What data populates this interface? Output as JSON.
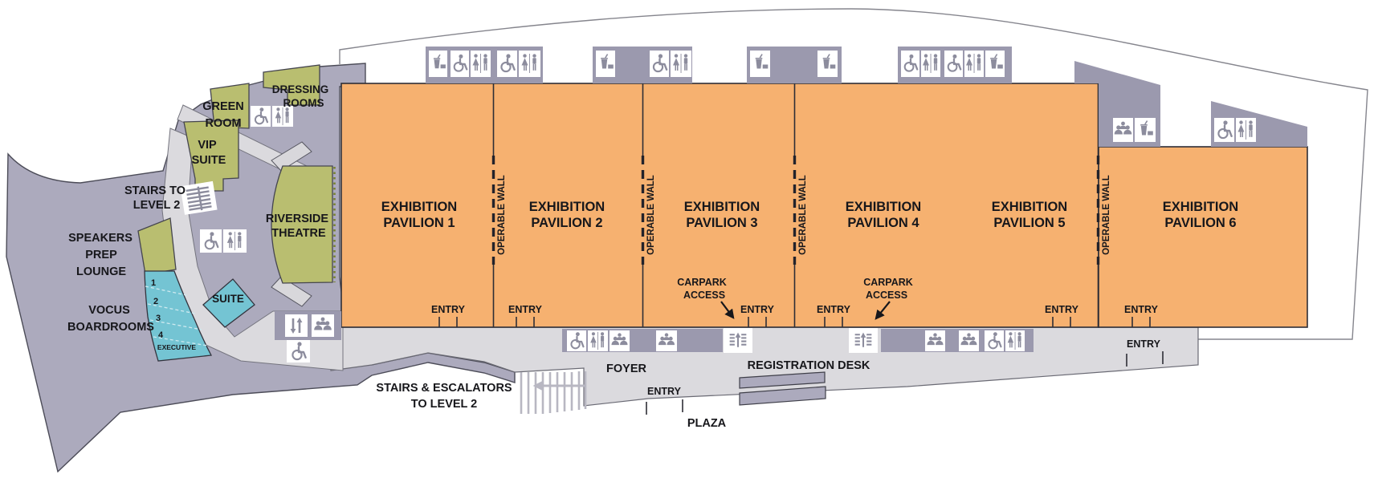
{
  "title": "Exhibition centre floor plan",
  "colors": {
    "pavilion_orange": "#f6b170",
    "room_green": "#b9be70",
    "room_blue": "#74c4d3",
    "building_gray": "#acaabd",
    "circulation_gray": "#dbdade",
    "icon_block_gray": "#9b99ae",
    "icon_glyph_gray": "#8c8c9d"
  },
  "pavilions": [
    {
      "line1": "EXHIBITION",
      "line2": "PAVILION 1"
    },
    {
      "line1": "EXHIBITION",
      "line2": "PAVILION 2"
    },
    {
      "line1": "EXHIBITION",
      "line2": "PAVILION 3"
    },
    {
      "line1": "EXHIBITION",
      "line2": "PAVILION 4"
    },
    {
      "line1": "EXHIBITION",
      "line2": "PAVILION 5"
    },
    {
      "line1": "EXHIBITION",
      "line2": "PAVILION 6"
    }
  ],
  "rooms": {
    "dressing_rooms": {
      "line1": "DRESSING",
      "line2": "ROOMS"
    },
    "green_room": {
      "line1": "GREEN",
      "line2": "ROOM"
    },
    "vip_suite": {
      "line1": "VIP",
      "line2": "SUITE"
    },
    "riverside_theatre": {
      "line1": "RIVERSIDE",
      "line2": "THEATRE"
    },
    "speakers_prep_lounge": {
      "line1": "SPEAKERS",
      "line2": "PREP",
      "line3": "LOUNGE"
    },
    "vocus_boardrooms": {
      "line1": "VOCUS",
      "line2": "BOARDROOMS"
    },
    "suite": "SUITE",
    "executive": "EXECUTIVE",
    "boardroom_numbers": [
      "1",
      "2",
      "3",
      "4"
    ]
  },
  "labels": {
    "operable_wall": "OPERABLE WALL",
    "entry": "ENTRY",
    "carpark_access": {
      "line1": "CARPARK",
      "line2": "ACCESS"
    },
    "stairs_to_level2": {
      "line1": "STAIRS TO",
      "line2": "LEVEL 2"
    },
    "stairs_escalators": {
      "line1": "STAIRS & ESCALATORS",
      "line2": "TO LEVEL 2"
    },
    "foyer": "FOYER",
    "registration_desk": "REGISTRATION DESK",
    "plaza": "PLAZA"
  }
}
